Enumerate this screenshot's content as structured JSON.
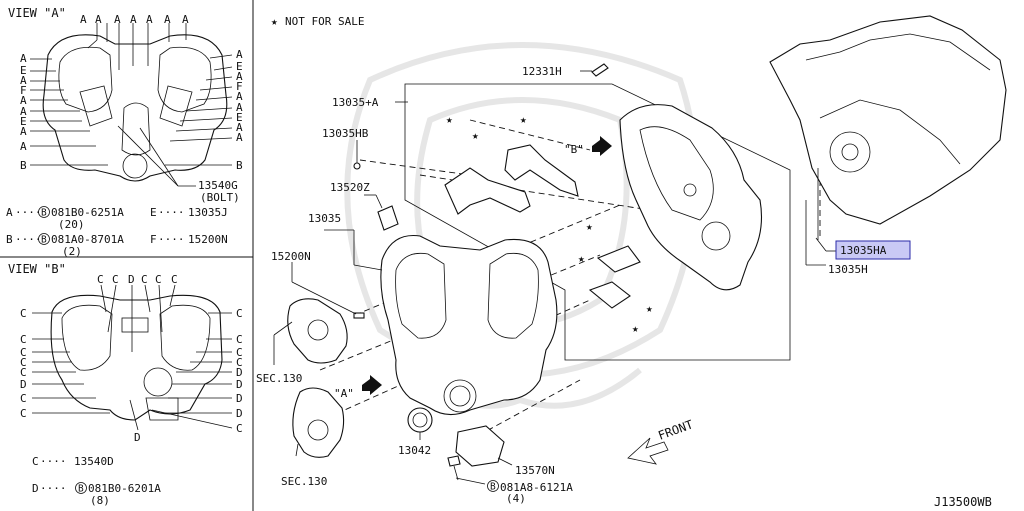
{
  "view_a": {
    "title": "VIEW \"A\"",
    "top_letters": [
      "A",
      "A",
      "A",
      "A",
      "A",
      "A",
      "A"
    ],
    "left_letters": [
      "A",
      "E",
      "A",
      "F",
      "A",
      "A",
      "E",
      "A",
      "A",
      "B"
    ],
    "right_letters": [
      "A",
      "E",
      "A",
      "F",
      "A",
      "A",
      "E",
      "A",
      "A",
      "B"
    ],
    "callout_part": "13540G",
    "callout_note": "(BOLT)",
    "legend": [
      {
        "key": "A",
        "bolt": "081B0-6251A",
        "qty": "(20)",
        "key2": "E",
        "part2": "13035J"
      },
      {
        "key": "B",
        "bolt": "081A0-8701A",
        "qty": "(2)",
        "key2": "F",
        "part2": "15200N"
      }
    ]
  },
  "view_b": {
    "title": "VIEW \"B\"",
    "top_letters": [
      "C",
      "C",
      "D",
      "C",
      "C",
      "C"
    ],
    "left_letters": [
      "C",
      "C",
      "C",
      "C",
      "C",
      "D",
      "C",
      "C"
    ],
    "right_letters": [
      "C",
      "C",
      "C",
      "C",
      "D",
      "D",
      "D",
      "D",
      "C"
    ],
    "bottom_letter": "D",
    "legend": [
      {
        "key": "C",
        "part": "13540D"
      },
      {
        "key": "D",
        "bolt": "081B0-6201A",
        "qty": "(8)"
      }
    ]
  },
  "main": {
    "note": "NOT FOR SALE",
    "labels": {
      "p12331H": "12331H",
      "p13035A": "13035+A",
      "p13035HB": "13035HB",
      "p13520Z": "13520Z",
      "p13035": "13035",
      "p15200N": "15200N",
      "sec130a": "SEC.130",
      "sec130b": "SEC.130",
      "p13042": "13042",
      "p13570N": "13570N",
      "bolt_b": "081A8-6121A",
      "bolt_b_qty": "(4)",
      "p13035HA": "13035HA",
      "p13035H": "13035H",
      "arrow_a": "\"A\"",
      "arrow_b": "\"B\"",
      "front": "FRONT"
    },
    "highlight_color": "#c9c9f5"
  },
  "footer_code": "J13500WB"
}
